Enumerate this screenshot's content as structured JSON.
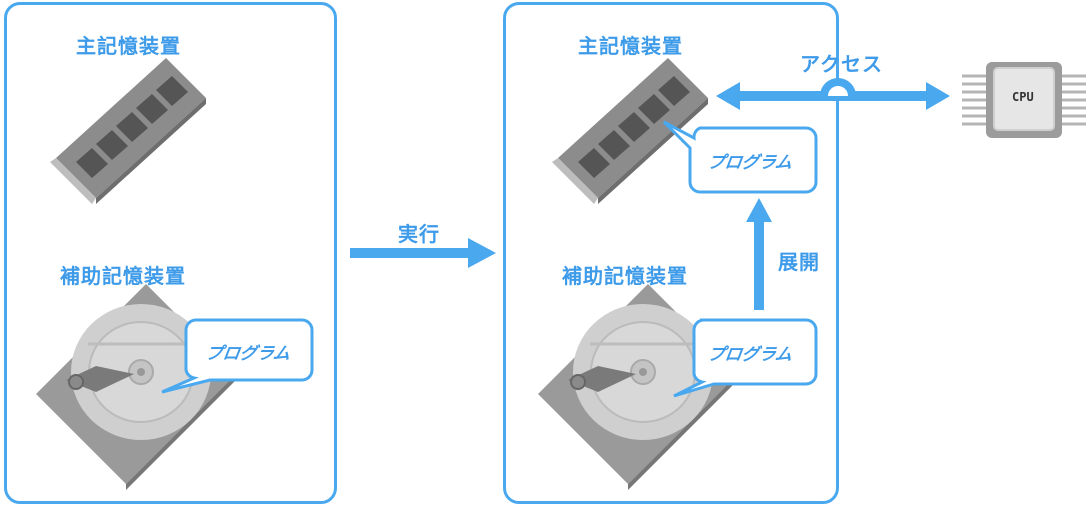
{
  "left_panel": {
    "main_memory_label": "主記憶装置",
    "aux_storage_label": "補助記憶装置",
    "program_bubble": "プログラム"
  },
  "execute_arrow": {
    "label": "実行"
  },
  "right_panel": {
    "main_memory_label": "主記憶装置",
    "aux_storage_label": "補助記憶装置",
    "memory_program_bubble": "プログラム",
    "storage_program_bubble": "プログラム"
  },
  "expand_arrow": {
    "label": "展開"
  },
  "access_arrow": {
    "label": "アクセス"
  },
  "cpu": {
    "label": "CPU"
  },
  "colors": {
    "accent": "#4aa8ef",
    "text": "#3d9be9",
    "device_gray": "#8a8a8a"
  }
}
